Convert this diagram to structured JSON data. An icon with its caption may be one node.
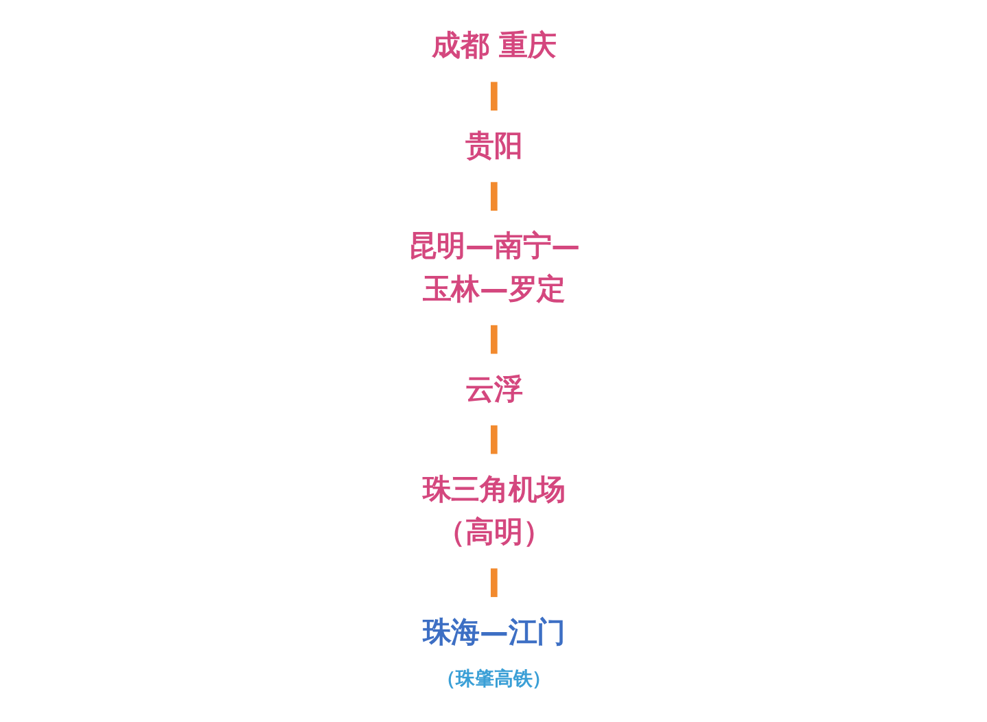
{
  "diagram": {
    "nodes": [
      {
        "text": [
          "成都 重庆"
        ]
      },
      {
        "text": [
          "贵阳"
        ]
      },
      {
        "text": [
          "昆明—南宁—玉林—罗定"
        ]
      },
      {
        "text": [
          "云浮"
        ]
      },
      {
        "text": [
          "珠三角机场（高明）"
        ]
      },
      {
        "text": [
          "珠海—江门"
        ],
        "beside": [
          "（珠肇高铁）"
        ]
      }
    ],
    "edges": [
      {
        "from": 0,
        "to": 1,
        "arrow": "none"
      },
      {
        "from": 1,
        "to": 2,
        "arrow": "none"
      },
      {
        "from": 2,
        "to": 3,
        "arrow": "none"
      },
      {
        "from": 3,
        "to": 4,
        "arrow": "none"
      },
      {
        "from": 4,
        "to": 5,
        "arrow": "none"
      }
    ]
  }
}
